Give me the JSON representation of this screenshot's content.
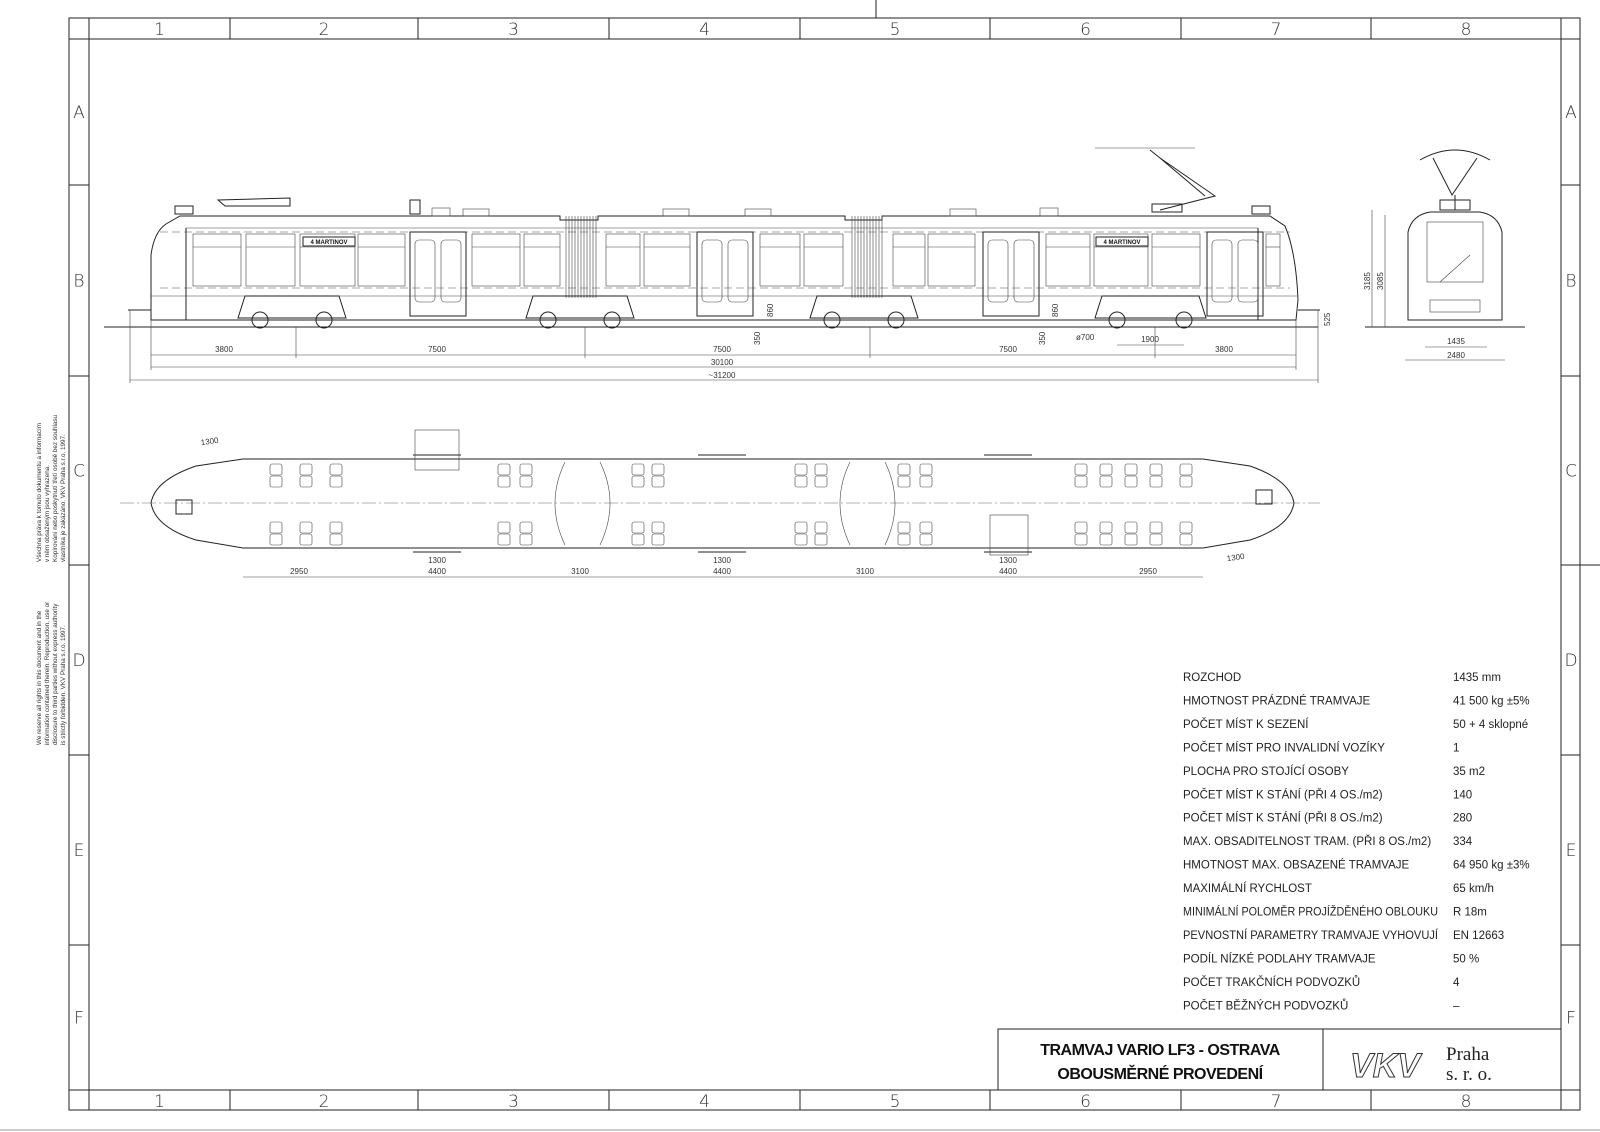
{
  "frame": {
    "columns": [
      "1",
      "2",
      "3",
      "4",
      "5",
      "6",
      "7",
      "8"
    ],
    "rows": [
      "A",
      "B",
      "C",
      "D",
      "E",
      "F"
    ]
  },
  "side_view": {
    "destination_sign": "4 MARTINOV",
    "dimensions": {
      "sections": [
        "3800",
        "7500",
        "7500",
        "7500",
        "3800"
      ],
      "length_over_body": "30100",
      "length_over_couplers": "~31200",
      "floor_height_low": "350",
      "floor_height_high": "860",
      "wheel_diameter": "ø700",
      "bogie_wheelbase": "1900",
      "coupler_height": "525"
    }
  },
  "front_view": {
    "dimensions": {
      "height_pantograph_down": "3185",
      "height_roof": "3085",
      "gauge": "1435",
      "width": "2480"
    }
  },
  "plan_view": {
    "door_widths": [
      "1300",
      "1300",
      "1300",
      "1300",
      "1300"
    ],
    "sections": [
      "2950",
      "4400",
      "3100",
      "4400",
      "3100",
      "4400",
      "2950"
    ]
  },
  "legal_notice": {
    "cz": [
      "Všechna práva k tomuto dokumentu a informacím",
      "v něm obsaženým jsou vyhrazena.",
      "Kopírování nebo poskytnutí třetí osobě bez souhlasu",
      "vlastníka je zakázáno. VKV Praha s.r.o. 1997."
    ],
    "en": [
      "We reserve all rights in this document and in the",
      "information contained therein. Reproduction, use or",
      "disclosure to third parties without express authority",
      "is strictly forbidden. VKV Praha s.r.o. 1997."
    ]
  },
  "specs": [
    {
      "label": "ROZCHOD",
      "value": "1435 mm"
    },
    {
      "label": "HMOTNOST PRÁZDNÉ TRAMVAJE",
      "value": "41 500 kg ±5%"
    },
    {
      "label": "POČET MÍST K SEZENÍ",
      "value": "50 + 4 sklopné"
    },
    {
      "label": "POČET MÍST PRO INVALIDNÍ VOZÍKY",
      "value": "1"
    },
    {
      "label": "PLOCHA PRO STOJÍCÍ OSOBY",
      "value": "35 m2"
    },
    {
      "label": "POČET MÍST K STÁNÍ (PŘI 4 OS./m2)",
      "value": "140"
    },
    {
      "label": "POČET MÍST K STÁNÍ (PŘI 8 OS./m2)",
      "value": "280"
    },
    {
      "label": "MAX. OBSADITELNOST TRAM. (PŘI 8 OS./m2)",
      "value": "334"
    },
    {
      "label": "HMOTNOST MAX. OBSAZENÉ TRAMVAJE",
      "value": "64 950 kg ±3%"
    },
    {
      "label": "MAXIMÁLNÍ RYCHLOST",
      "value": "65 km/h"
    },
    {
      "label": "MINIMÁLNÍ POLOMĚR PROJÍŽDĚNÉHO OBLOUKU",
      "value": "R 18m"
    },
    {
      "label": "PEVNOSTNÍ PARAMETRY TRAMVAJE VYHOVUJÍ",
      "value": "EN 12663"
    },
    {
      "label": "PODÍL NÍZKÉ PODLAHY TRAMVAJE",
      "value": "50 %"
    },
    {
      "label": "POČET TRAKČNÍCH PODVOZKŮ",
      "value": "4"
    },
    {
      "label": "POČET BĚŽNÝCH PODVOZKŮ",
      "value": "–"
    }
  ],
  "title_block": {
    "title_line1": "TRAMVAJ VARIO LF3 - OSTRAVA",
    "title_line2": "OBOUSMĚRNÉ PROVEDENÍ",
    "company_logo": "VKV",
    "company_name_line1": "Praha",
    "company_name_line2": "s. r. o."
  }
}
